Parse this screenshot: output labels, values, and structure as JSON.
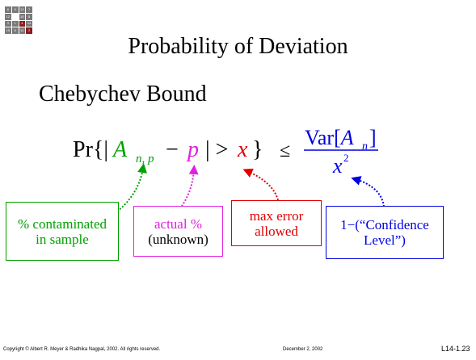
{
  "slide": {
    "title": "Probability of Deviation",
    "subtitle": "Chebychev Bound"
  },
  "logo": {
    "cells": [
      {
        "t": "6",
        "c": "#7a7a7a"
      },
      {
        "t": "9",
        "c": "#7a7a7a"
      },
      {
        "t": "13",
        "c": "#7a7a7a"
      },
      {
        "t": "7",
        "c": "#7a7a7a"
      },
      {
        "t": "12",
        "c": "#7a7a7a"
      },
      {
        "t": "",
        "c": "#ffffff"
      },
      {
        "t": "10",
        "c": "#7a7a7a"
      },
      {
        "t": "5",
        "c": "#7a7a7a"
      },
      {
        "t": "3",
        "c": "#7a7a7a"
      },
      {
        "t": "1",
        "c": "#7a7a7a"
      },
      {
        "t": "4",
        "c": "#8b1c1c"
      },
      {
        "t": "14",
        "c": "#7a7a7a"
      },
      {
        "t": "15",
        "c": "#7a7a7a"
      },
      {
        "t": "8",
        "c": "#7a7a7a"
      },
      {
        "t": "11",
        "c": "#7a7a7a"
      },
      {
        "t": "2",
        "c": "#8b1c1c"
      }
    ]
  },
  "formula": {
    "pr": "Pr",
    "open": "{|",
    "A": "A",
    "A_sub": "n, p",
    "minus": "−",
    "p": "p",
    "abs_gt": "| >",
    "x": "x",
    "close": "}",
    "leq": "≤",
    "num_var": "Var[",
    "num_A": "A",
    "num_sub": "n",
    "num_close": "]",
    "den_x": "x",
    "den_exp": "2"
  },
  "annotations": [
    {
      "line1": "% contaminated",
      "line2": "in sample",
      "color": "#00a000"
    },
    {
      "line1": "actual %",
      "line2": "(unknown)",
      "color": "#e020e0"
    },
    {
      "line1": "max error",
      "line2": "allowed",
      "color": "#e00000"
    },
    {
      "line1": "1−(“Confidence",
      "line2": "Level”)",
      "color": "#0000e0"
    }
  ],
  "footer": {
    "copyright": "Copyright © Albert R. Meyer & Radhika Nagpal, 2002. All rights reserved.",
    "date": "December 2, 2002",
    "slide_number": "L14-1.23"
  }
}
